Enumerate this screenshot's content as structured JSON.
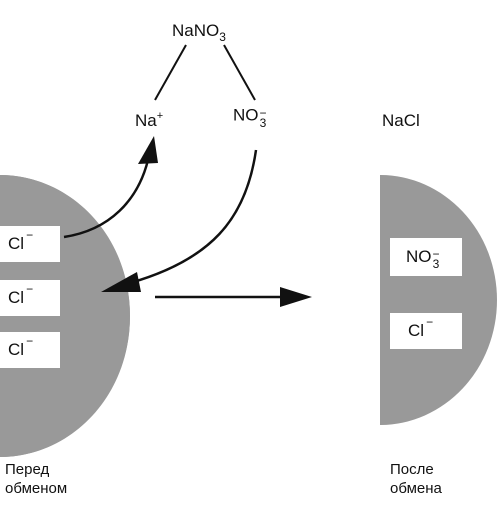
{
  "compound": {
    "main": "NaNO",
    "sub": "3"
  },
  "cation": {
    "main": "Na",
    "charge": "+"
  },
  "anion": {
    "main": "NO",
    "sub": "3",
    "charge": "−"
  },
  "product": "NaCl",
  "left_resin": {
    "ions": [
      {
        "main": "Cl",
        "charge": "−"
      },
      {
        "main": "Cl",
        "charge": "−"
      },
      {
        "main": "Cl",
        "charge": "−"
      }
    ],
    "caption": [
      "Перед",
      "обменом"
    ]
  },
  "right_resin": {
    "ions": [
      {
        "main": "NO",
        "sub": "3",
        "charge": "−"
      },
      {
        "main": "Cl",
        "charge": "−"
      }
    ],
    "caption": [
      "После",
      "обмена"
    ]
  },
  "colors": {
    "resin": "#999999",
    "line": "#111111",
    "box": "#ffffff",
    "background": "#ffffff"
  }
}
